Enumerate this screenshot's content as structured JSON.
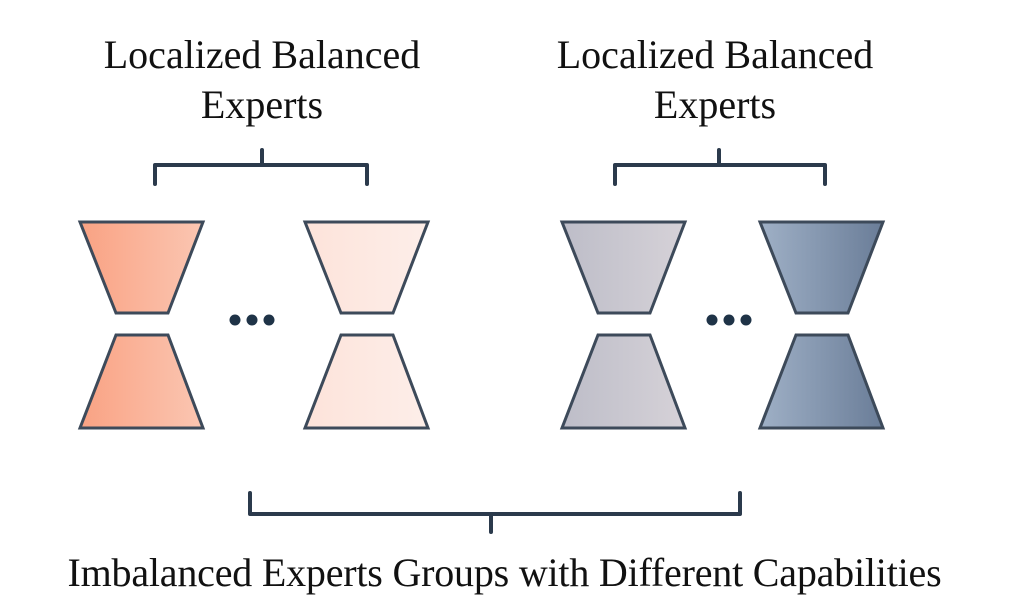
{
  "groups": [
    {
      "label_line1": "Localized Balanced",
      "label_line2": "Experts"
    },
    {
      "label_line1": "Localized Balanced",
      "label_line2": "Experts"
    }
  ],
  "bottom_label": "Imbalanced Experts Groups with Different Capabilities",
  "colors": {
    "expert_1": [
      "#f9a283",
      "#fbc6b2"
    ],
    "expert_2": [
      "#fde3da",
      "#fdeee9"
    ],
    "expert_3": [
      "#bdbdc8",
      "#d6d2d8"
    ],
    "expert_4": [
      "#9fb0c6",
      "#6a7d98"
    ],
    "outline": "#3d4a5a",
    "bracket": "#2b3a4c"
  }
}
